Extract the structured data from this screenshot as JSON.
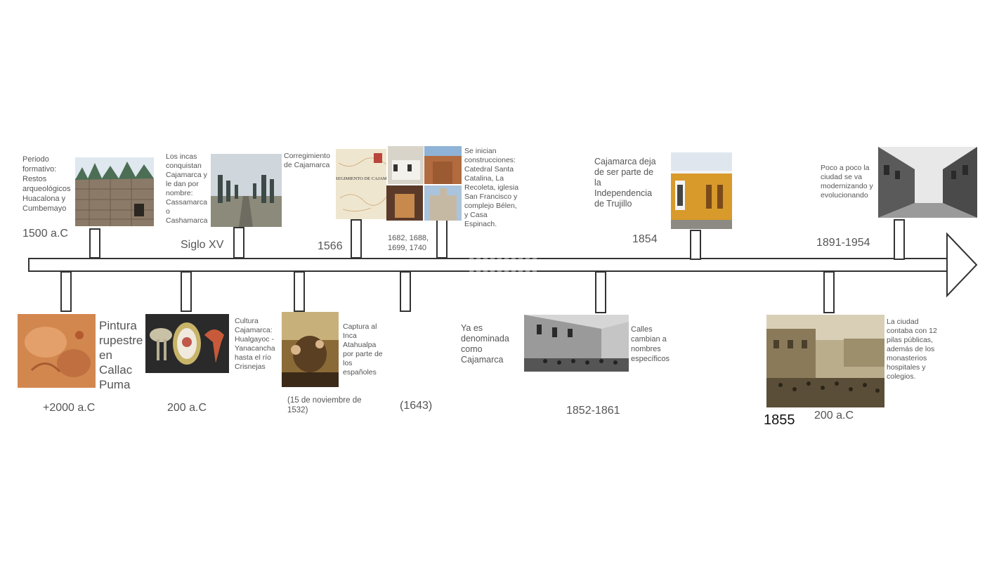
{
  "events_top": [
    {
      "text": "Periodo formativo: Restos arqueológicos Huacalona y Cumbemayo",
      "date": "1500 a.C"
    },
    {
      "text": "Los incas conquistan Cajamarca y le dan por nombre: Cassamarca o Cashamarca",
      "date": "Siglo XV"
    },
    {
      "text": "Corregimiento de Cajamarca",
      "date": "1566"
    },
    {
      "text": "Se inician construcciones: Catedral Santa Catalina, La Recoleta, iglesia San Francisco y complejo Bélen, y Casa Espinach.",
      "date": "1682, 1688, 1699, 1740"
    },
    {
      "text": "Cajamarca deja de ser parte de la Independencia de Trujillo",
      "date": "1854"
    },
    {
      "text": "Poco a poco la ciudad se va modernizando y evolucionando",
      "date": "1891-1954"
    }
  ],
  "events_bottom": [
    {
      "text": "Pintura rupestre en Callac Puma",
      "date": "+2000 a.C"
    },
    {
      "text": "Cultura Cajamarca: Hualgayoc - Yanacancha hasta el río Crisnejas",
      "date": "200 a.C"
    },
    {
      "text": "Captura al Inca Atahualpa por parte de los españoles",
      "date": "(15 de noviembre de 1532)"
    },
    {
      "text": "Ya es denominada como Cajamarca",
      "date": "(1643)"
    },
    {
      "text": "Calles cambian a nombres específicos",
      "date": "1852-1861"
    },
    {
      "text": "La ciudad contaba con 12 pilas públicas, además de los monasterios hospitales y colegios.",
      "date": "200 a.C",
      "date_extra": "1855"
    }
  ],
  "image_labels": {
    "corregimiento_title": "CORREGIMIENTO DE CAJAMARCA"
  }
}
